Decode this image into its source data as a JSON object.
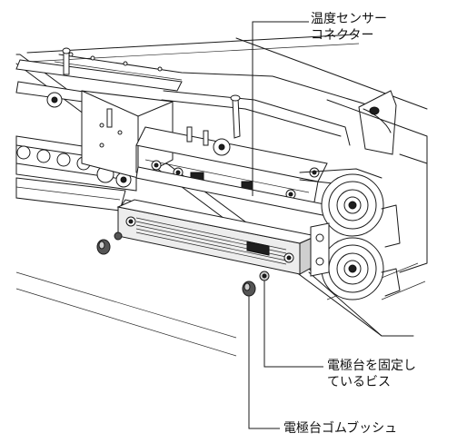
{
  "callouts": {
    "temperature_sensor_connector": {
      "line1": "温度センサー",
      "line2": "コネクター"
    },
    "electrode_base_fixing_screw": {
      "line1": "電極台を固定し",
      "line2": "ているビス"
    },
    "electrode_base_rubber_bush": {
      "line1": "電極台ゴムブッシュ"
    }
  }
}
